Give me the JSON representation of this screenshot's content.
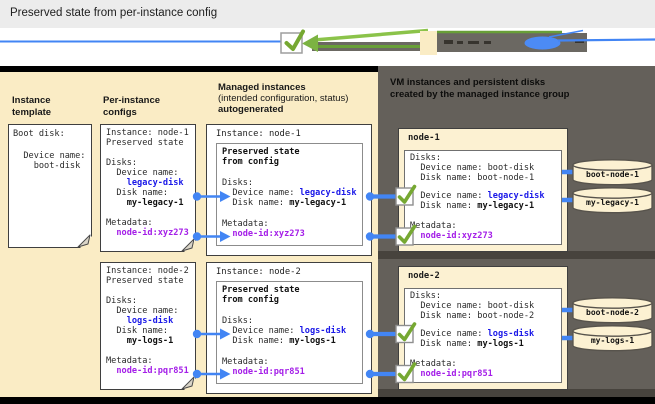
{
  "title_bar": {
    "title": "Preserved state from per-instance config"
  },
  "columns": {
    "instance_template": {
      "l1": "Instance",
      "l2": "template"
    },
    "per_instance_configs": {
      "l1": "Per-instance",
      "l2": "configs"
    },
    "managed_instances": {
      "l1": "Managed instances",
      "l2": "(intended configuration, status)",
      "l3": "autogenerated"
    },
    "vm_instances": {
      "l1": "VM instances and persistent disks",
      "l2": "created by the managed instance group"
    }
  },
  "instance_template": {
    "boot_disk": "Boot disk:",
    "device_label": "  Device name:",
    "device_value": "    boot-disk"
  },
  "per_instance_configs": {
    "node1": {
      "instance": "Instance: node-1",
      "preserved": "Preserved state",
      "disks": "Disks:",
      "device_label": "  Device name:",
      "device_value": "    legacy-disk",
      "disk_label": "  Disk name:",
      "disk_value": "    my-legacy-1",
      "metadata": "Metadata:",
      "metadata_value": "  node-id:xyz273"
    },
    "node2": {
      "instance": "Instance: node-2",
      "preserved": "Preserved state",
      "disks": "Disks:",
      "device_label": "  Device name:",
      "device_value": "    logs-disk",
      "disk_label": "  Disk name:",
      "disk_value": "    my-logs-1",
      "metadata": "Metadata:",
      "metadata_value": "  node-id:pqr851"
    }
  },
  "managed_instances": {
    "node1": {
      "title": "Instance: node-1",
      "preserved_l1": "Preserved state",
      "preserved_l2": "from config",
      "disks": "Disks:",
      "device_label": "  Device name: ",
      "device_value": "legacy-disk",
      "disk_label": "  Disk name: ",
      "disk_value": "my-legacy-1",
      "metadata": "Metadata:",
      "metadata_pre": "  ",
      "metadata_value": "node-id:xyz273"
    },
    "node2": {
      "title": "Instance: node-2",
      "preserved_l1": "Preserved state",
      "preserved_l2": "from config",
      "disks": "Disks:",
      "device_label": "  Device name: ",
      "device_value": "logs-disk",
      "disk_label": "  Disk name: ",
      "disk_value": "my-logs-1",
      "metadata": "Metadata:",
      "metadata_pre": "  ",
      "metadata_value": "node-id:pqr851"
    }
  },
  "vm_instances": {
    "node1": {
      "title": "node-1",
      "disks": "Disks:",
      "boot_device": "  Device name: boot-disk",
      "boot_disk": "  Disk name: boot-node-1",
      "device_label": "  Device name: ",
      "device_value": "legacy-disk",
      "disk_label": "  Disk name: ",
      "disk_value": "my-legacy-1",
      "metadata": "Metadata:",
      "metadata_pre": "  ",
      "metadata_value": "node-id:xyz273"
    },
    "node2": {
      "title": "node-2",
      "disks": "Disks:",
      "boot_device": "  Device name: boot-disk",
      "boot_disk": "  Disk name: boot-node-2",
      "device_label": "  Device name: ",
      "device_value": "logs-disk",
      "disk_label": "  Disk name: ",
      "disk_value": "my-logs-1",
      "metadata": "Metadata:",
      "metadata_pre": "  ",
      "metadata_value": "node-id:pqr851"
    }
  },
  "disks": {
    "boot_node_1": "boot-node-1",
    "my_legacy_1": "my-legacy-1",
    "boot_node_2": "boot-node-2",
    "my_logs_1": "my-logs-1"
  },
  "colors": {
    "accent_blue": "#4285F4",
    "device_blue": "#1A18E8",
    "metadata_purple": "#A41EE8",
    "check_green": "#76A832",
    "panel_cream": "#FAECC5",
    "panel_gray": "#64605A"
  }
}
